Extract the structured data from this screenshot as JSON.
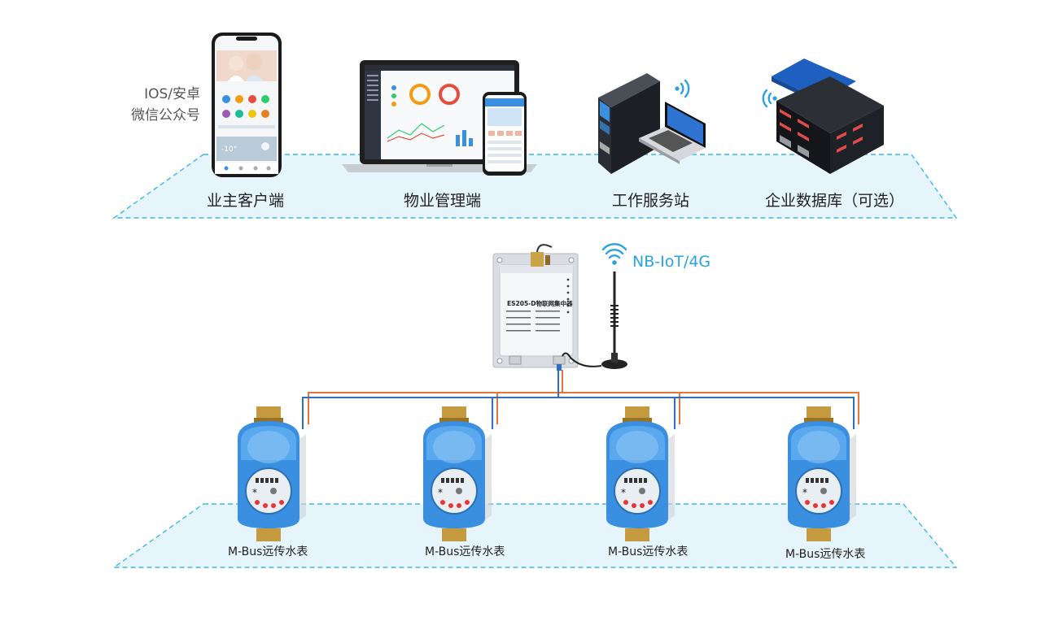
{
  "top_row": {
    "side_note": [
      "IOS/安卓",
      "微信公众号"
    ],
    "items": [
      {
        "label": "业主客户端",
        "icon": "smartphone-icon"
      },
      {
        "label": "物业管理端",
        "icon": "laptop-icon"
      },
      {
        "label": "工作服务站",
        "icon": "workstation-icon"
      },
      {
        "label": "企业数据库（可选）",
        "icon": "database-server-icon"
      }
    ]
  },
  "gateway": {
    "title": "ES205-D物联网集中器",
    "network_label": "NB-IoT/4G"
  },
  "meters": [
    {
      "label": "M-Bus远传水表"
    },
    {
      "label": "M-Bus远传水表"
    },
    {
      "label": "M-Bus远传水表"
    },
    {
      "label": "M-Bus远传水表"
    }
  ],
  "colors": {
    "platform_fill": "#e6f5fc",
    "platform_border": "#3cb8e8",
    "bus_blue": "#2f6fc0",
    "bus_orange": "#e8743a",
    "meter_blue": "#3a8fe0",
    "accent": "#2aa3e0"
  }
}
